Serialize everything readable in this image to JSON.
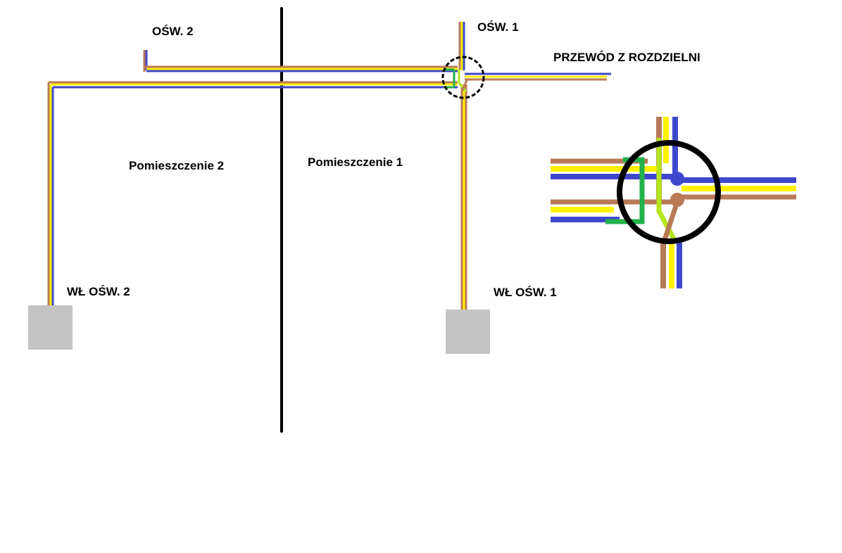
{
  "labels": {
    "osw2": "OŚW. 2",
    "osw1": "OŚW. 1",
    "przewod": "PRZEWÓD Z ROZDZIELNI",
    "room2": "Pomieszczenie 2",
    "room1": "Pomieszczenie 1",
    "wl_osw2": "WŁ OŚW. 2",
    "wl_osw1": "WŁ OŚW. 1"
  },
  "colors": {
    "blue": "#3f48cc",
    "yellow": "#fff200",
    "brown": "#b97a57",
    "green": "#22b14c",
    "lime": "#b5e61d",
    "wall": "#000000",
    "switch_box": "#c3c3c3",
    "light_bg": "#ffffff"
  }
}
